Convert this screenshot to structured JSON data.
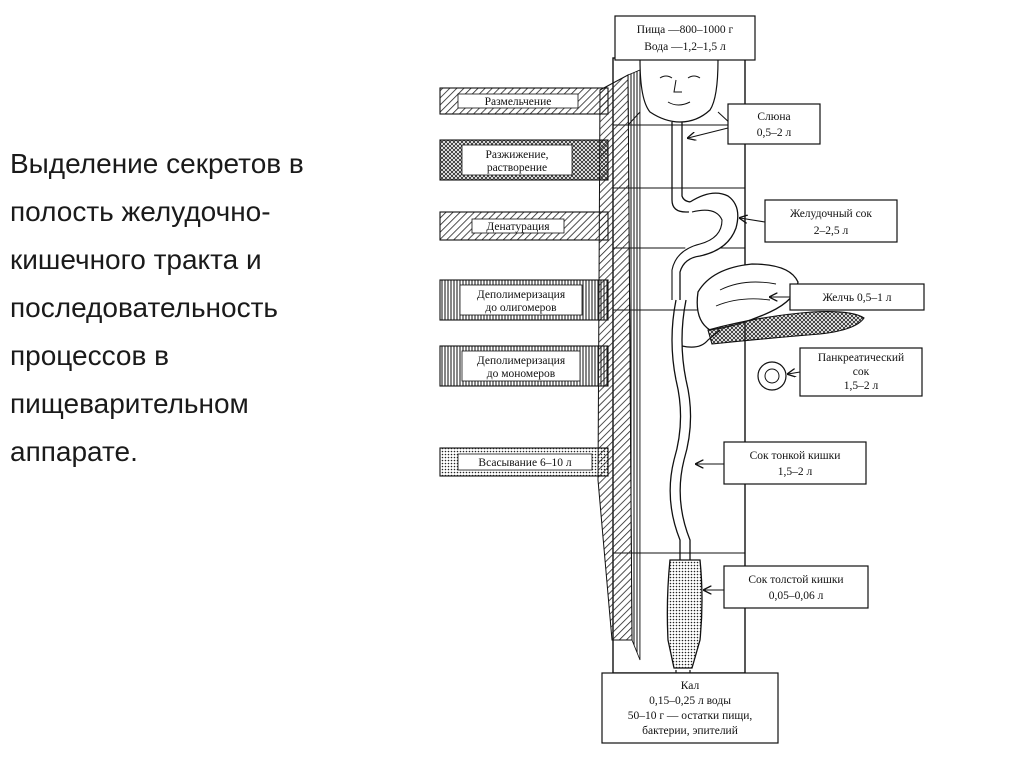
{
  "caption_lines": [
    "Выделение секретов в",
    "полость желудочно-",
    "кишечного тракта и",
    "последовательность",
    "процессов в",
    "пищеварительном",
    "аппарате."
  ],
  "intake": {
    "line1": "Пища —800–1000 г",
    "line2": "Вода —1,2–1,5 л"
  },
  "secretions": [
    {
      "line1": "Слюна",
      "line2": "0,5–2 л"
    },
    {
      "line1": "Желудочный сок",
      "line2": "2–2,5 л"
    },
    {
      "line1": "Желчь 0,5–1 л"
    },
    {
      "line1": "Панкреатический",
      "line2": "сок",
      "line3": "1,5–2 л"
    },
    {
      "line1": "Сок тонкой кишки",
      "line2": "1,5–2 л"
    },
    {
      "line1": "Сок толстой кишки",
      "line2": "0,05–0,06 л"
    }
  ],
  "processes": [
    {
      "line1": "Размельчение"
    },
    {
      "line1": "Разжижение,",
      "line2": "растворение"
    },
    {
      "line1": "Денатурация"
    },
    {
      "line1": "Деполимеризация",
      "line2": "до олигомеров"
    },
    {
      "line1": "Деполимеризация",
      "line2": "до мономеров"
    },
    {
      "line1": "Всасывание 6–10 л"
    }
  ],
  "output": {
    "line1": "Кал",
    "line2": "0,15–0,25 л воды",
    "line3": "50–10 г — остатки пищи,",
    "line4": "бактерии, эпителий"
  }
}
